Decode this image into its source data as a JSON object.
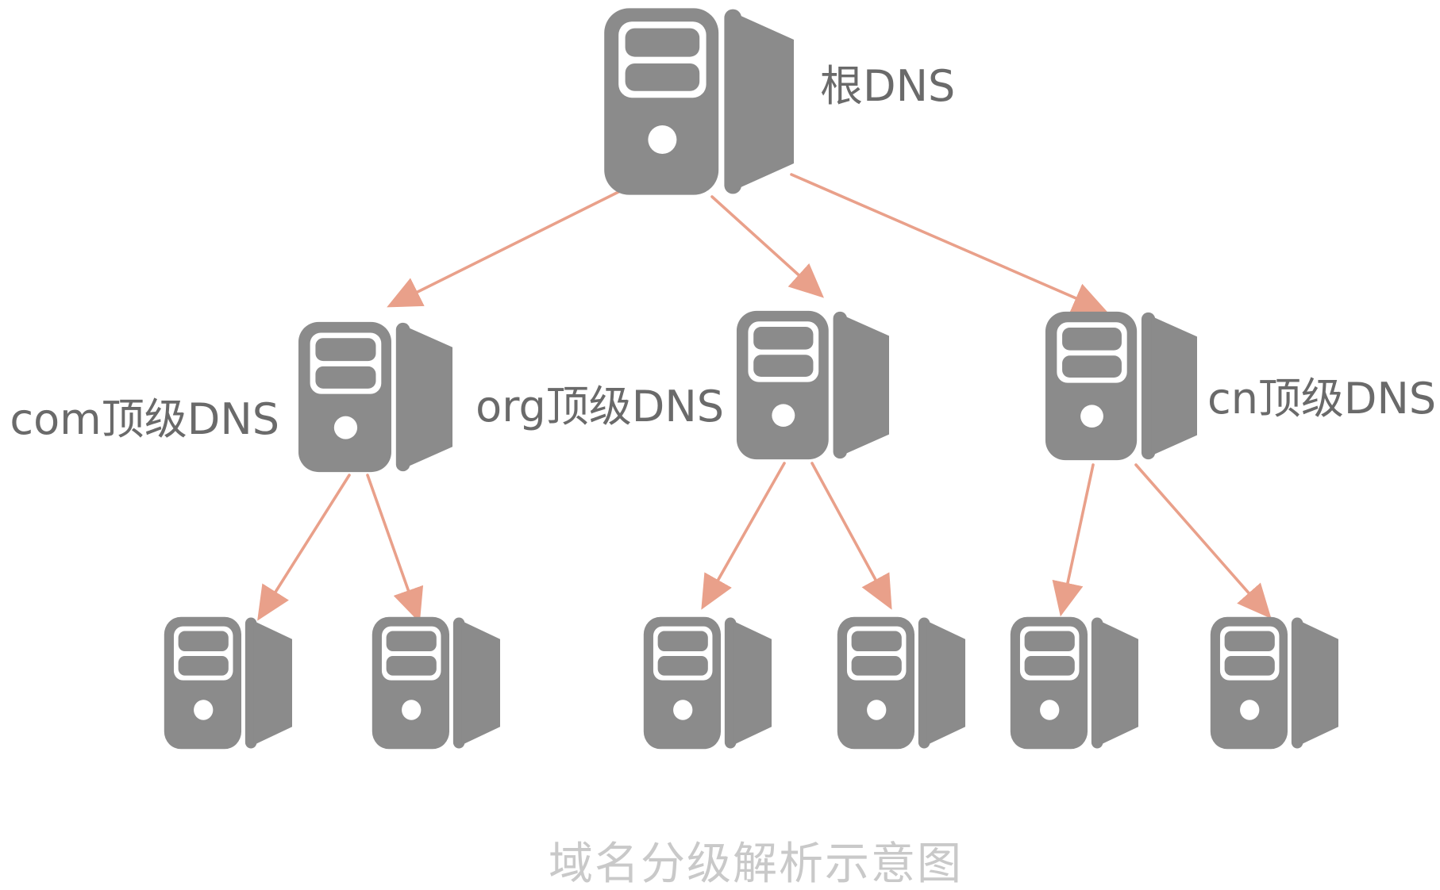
{
  "diagram": {
    "type": "tree",
    "caption": "域名分级解析示意图",
    "nodes": {
      "root": {
        "label": "根DNS",
        "role": "root-dns-server"
      },
      "tld_com": {
        "label": "com顶级DNS",
        "role": "tld-dns-server"
      },
      "tld_org": {
        "label": "org顶级DNS",
        "role": "tld-dns-server"
      },
      "tld_cn": {
        "label": "cn顶级DNS",
        "role": "tld-dns-server"
      },
      "leaf_server_count": 6
    },
    "edges": [
      {
        "from": "根DNS",
        "to": "com顶级DNS"
      },
      {
        "from": "根DNS",
        "to": "org顶级DNS"
      },
      {
        "from": "根DNS",
        "to": "cn顶级DNS"
      },
      {
        "from": "com顶级DNS",
        "to": "leaf-server-1"
      },
      {
        "from": "com顶级DNS",
        "to": "leaf-server-2"
      },
      {
        "from": "org顶级DNS",
        "to": "leaf-server-3"
      },
      {
        "from": "org顶级DNS",
        "to": "leaf-server-4"
      },
      {
        "from": "cn顶级DNS",
        "to": "leaf-server-5"
      },
      {
        "from": "cn顶级DNS",
        "to": "leaf-server-6"
      }
    ],
    "icons": {
      "server": "server-tower-icon"
    },
    "colors": {
      "server": "#8b8b8b",
      "arrow": "#e9a08a",
      "label": "#6a6a6a",
      "caption": "#c9c9c9",
      "background": "#ffffff"
    }
  }
}
